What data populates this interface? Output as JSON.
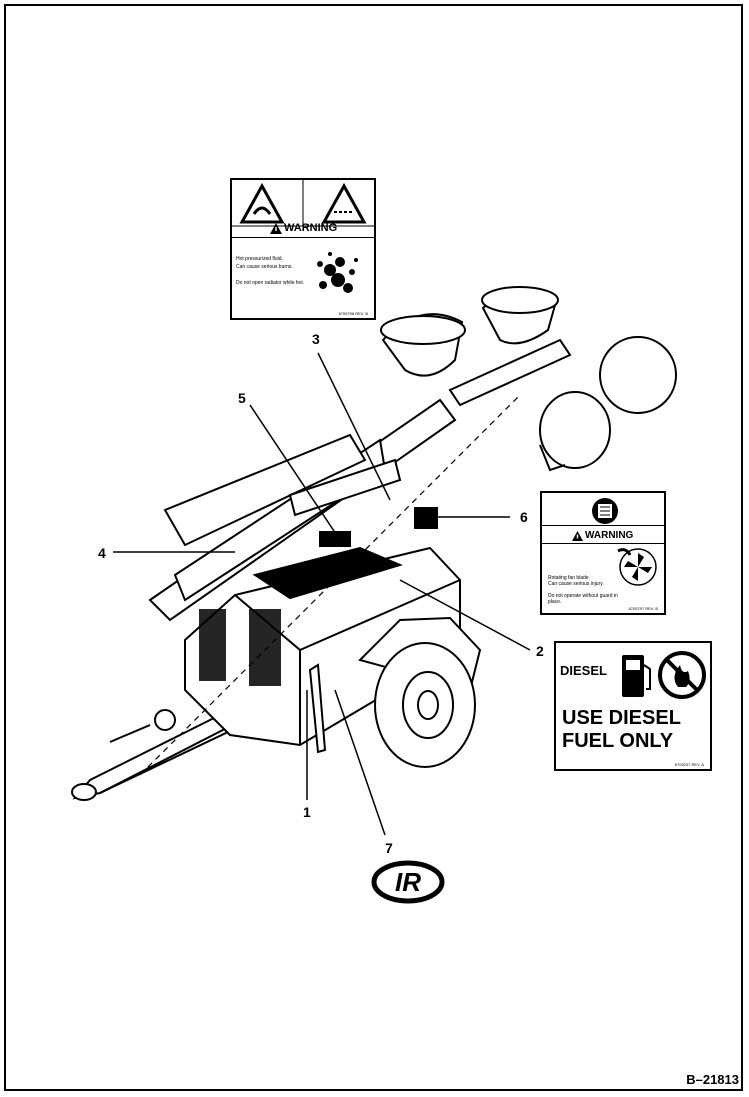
{
  "callouts": [
    "1",
    "2",
    "3",
    "4",
    "5",
    "6",
    "7"
  ],
  "decal3": {
    "warning": "WARNING",
    "line1": "Hot pressurized fluid.",
    "line2": "Can cause serious burns.",
    "line3": "Do not open radiator while hot.",
    "part_no": "6705798 REV. B"
  },
  "decal6": {
    "warning": "WARNING",
    "line1": "Rotating fan blade.",
    "line2": "Can cause serious injury.",
    "line3": "Do not operate without guard in place.",
    "part_no": "6705797 REV. B"
  },
  "decal2": {
    "small_label": "DIESEL",
    "line1": "USE DIESEL",
    "line2": "FUEL ONLY",
    "part_no": "6705237 REV. A"
  },
  "logo": "IR",
  "figure_id": "B–21813",
  "icons": [
    "warning-triangle-icon",
    "fuel-pump-icon",
    "no-flame-icon",
    "fan-blade-icon",
    "guard-icon",
    "burn-hazard-icon"
  ]
}
